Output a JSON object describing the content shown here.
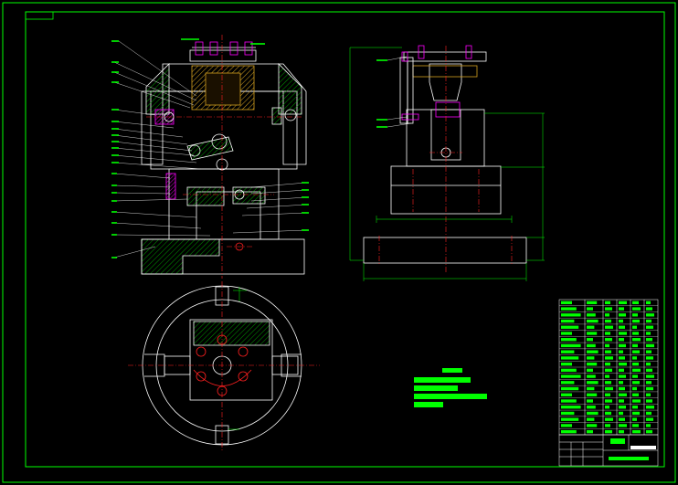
{
  "drawing": {
    "colors": {
      "background": "#000000",
      "frame": "#00ff00",
      "outline": "#ffffff",
      "centerline": "#ff2020",
      "hatch": "#ff00ff",
      "dimension": "#00ff00",
      "section_fill": "#d4a020",
      "text_block": "#00ff00"
    },
    "views": [
      "front-section-view",
      "side-view",
      "top-view"
    ],
    "balloon_count_left": 24,
    "balloon_count_right": 8,
    "notes_block_lines": 4,
    "parts_list_rows": 22
  }
}
